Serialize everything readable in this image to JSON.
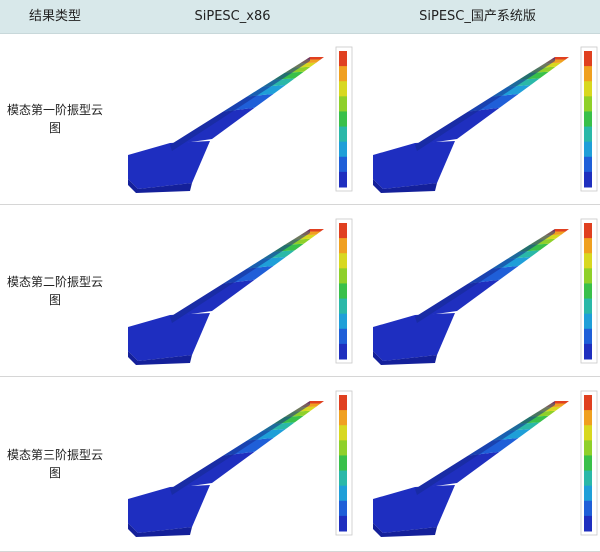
{
  "header": {
    "col0": "结果类型",
    "col1": "SiPESC_x86",
    "col2": "SiPESC_国产系统版"
  },
  "rows": [
    {
      "label": "模态第一阶振型云图"
    },
    {
      "label": "模态第二阶振型云图"
    },
    {
      "label": "模态第三阶振型云图"
    }
  ],
  "colors": {
    "header_bg": "#d8e8ea",
    "contour": [
      "#1f2fbf",
      "#1f5fd8",
      "#1f9fd8",
      "#2ab8a8",
      "#39c04a",
      "#8fd02a",
      "#d8d820",
      "#f0a020",
      "#e04020"
    ]
  }
}
